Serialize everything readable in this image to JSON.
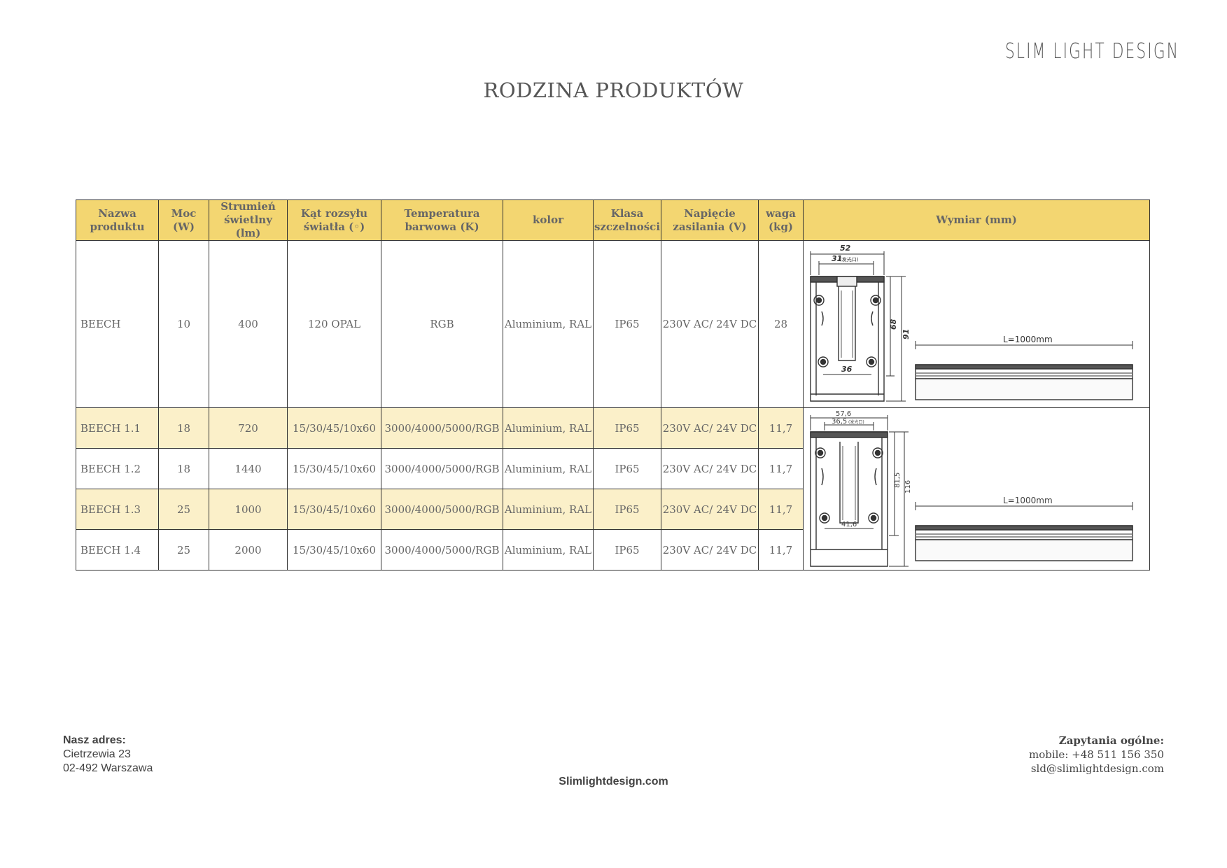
{
  "header": {
    "logo": "SLIM LIGHT DESIGN",
    "title": "RODZINA PRODUKTÓW"
  },
  "table": {
    "headers": {
      "name": [
        "Nazwa",
        "produktu"
      ],
      "power": [
        "Moc",
        "(W)"
      ],
      "flux": [
        "Strumień",
        "świetlny",
        "(lm)"
      ],
      "angle": [
        "Kąt rozsyłu",
        "światła (◦)"
      ],
      "cct": [
        "Temperatura",
        "barwowa (K)"
      ],
      "color": [
        "kolor"
      ],
      "ip": [
        "Klasa",
        "szczelności"
      ],
      "voltage": [
        "Napięcie",
        "zasilania (V)"
      ],
      "weight": [
        "waga",
        "(kg)"
      ],
      "dimension": [
        "Wymiar (mm)"
      ]
    },
    "rows": [
      {
        "name": "BEECH",
        "power": "10",
        "flux": "400",
        "angle": "120 OPAL",
        "cct": "RGB",
        "color": "Aluminium, RAL",
        "ip": "IP65",
        "voltage": "230V AC/ 24V DC",
        "weight": "28"
      },
      {
        "name": "BEECH 1.1",
        "power": "18",
        "flux": "720",
        "angle": "15/30/45/10x60",
        "cct": "3000/4000/5000/RGB",
        "color": "Aluminium, RAL",
        "ip": "IP65",
        "voltage": "230V AC/ 24V DC",
        "weight": "11,7"
      },
      {
        "name": "BEECH 1.2",
        "power": "18",
        "flux": "1440",
        "angle": "15/30/45/10x60",
        "cct": "3000/4000/5000/RGB",
        "color": "Aluminium, RAL",
        "ip": "IP65",
        "voltage": "230V AC/ 24V DC",
        "weight": "11,7"
      },
      {
        "name": "BEECH 1.3",
        "power": "25",
        "flux": "1000",
        "angle": "15/30/45/10x60",
        "cct": "3000/4000/5000/RGB",
        "color": "Aluminium, RAL",
        "ip": "IP65",
        "voltage": "230V AC/ 24V DC",
        "weight": "11,7"
      },
      {
        "name": "BEECH 1.4",
        "power": "25",
        "flux": "2000",
        "angle": "15/30/45/10x60",
        "cct": "3000/4000/5000/RGB",
        "color": "Aluminium, RAL",
        "ip": "IP65",
        "voltage": "230V AC/ 24V DC",
        "weight": "11,7"
      }
    ],
    "drawings": [
      {
        "width": "52",
        "opening": "31",
        "opening_note": "(发光口)",
        "inner_width": "36",
        "height_inner": "68",
        "height_outer": "91",
        "length": "L=1000mm"
      },
      {
        "width": "57,6",
        "opening": "36,5",
        "opening_note": "(发光口)",
        "inner_width": "41,6",
        "height_inner": "81,5",
        "height_outer": "116",
        "length": "L=1000mm"
      }
    ]
  },
  "footer": {
    "address_label": "Nasz adres:",
    "street": "Cietrzewia 23",
    "city": "02-492 Warszawa",
    "website": "Slimlightdesign.com",
    "contact_label": "Zapytania ogólne:",
    "mobile": "mobile: +48 511 156 350",
    "email": "sld@slimlightdesign.com"
  }
}
